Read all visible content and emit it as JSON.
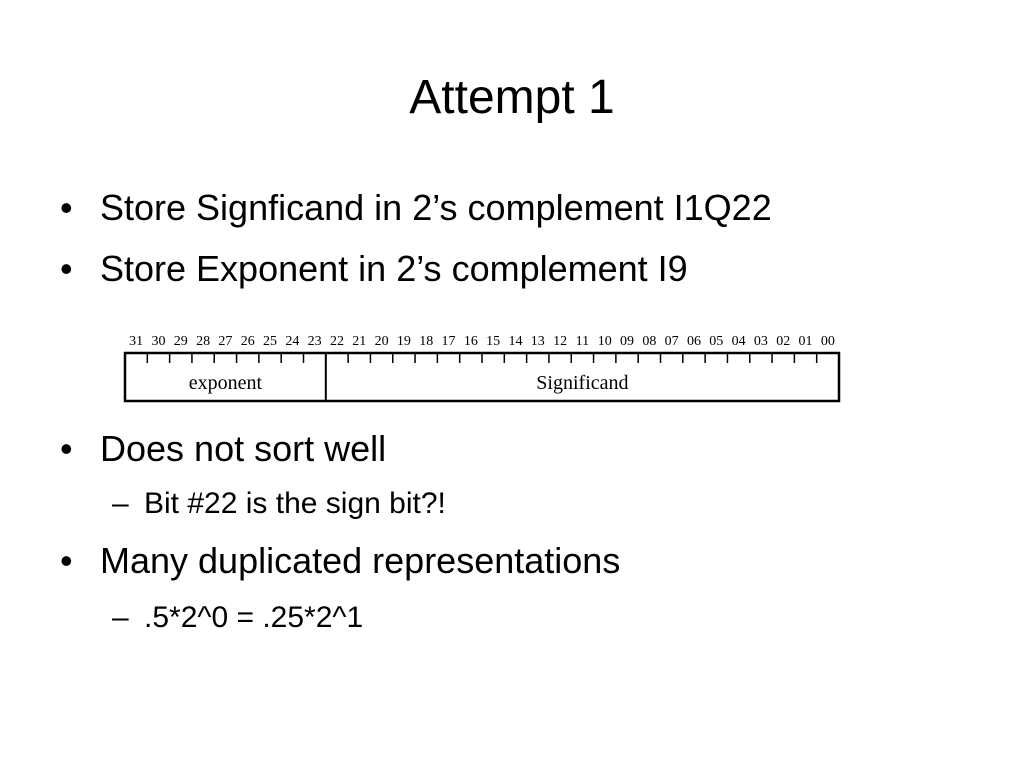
{
  "slide": {
    "title": "Attempt 1",
    "bullets": [
      "Store Signficand in 2’s complement I1Q22",
      "Store Exponent in 2’s complement I9"
    ],
    "bullets2": [
      {
        "text": "Does not sort well",
        "sub": "Bit #22 is the sign bit?!"
      },
      {
        "text": "Many duplicated representations",
        "sub": ".5*2^0 = .25*2^1"
      }
    ],
    "bullet_glyph": "•",
    "sub_glyph": "–"
  },
  "diagram": {
    "bit_numbers": [
      "31",
      "30",
      "29",
      "28",
      "27",
      "26",
      "25",
      "24",
      "23",
      "22",
      "21",
      "20",
      "19",
      "18",
      "17",
      "16",
      "15",
      "14",
      "13",
      "12",
      "11",
      "10",
      "09",
      "08",
      "07",
      "06",
      "05",
      "04",
      "03",
      "02",
      "01",
      "00"
    ],
    "fields": [
      {
        "label": "exponent",
        "from_bit": 31,
        "to_bit": 23
      },
      {
        "label": "Significand",
        "from_bit": 22,
        "to_bit": 0
      }
    ]
  }
}
